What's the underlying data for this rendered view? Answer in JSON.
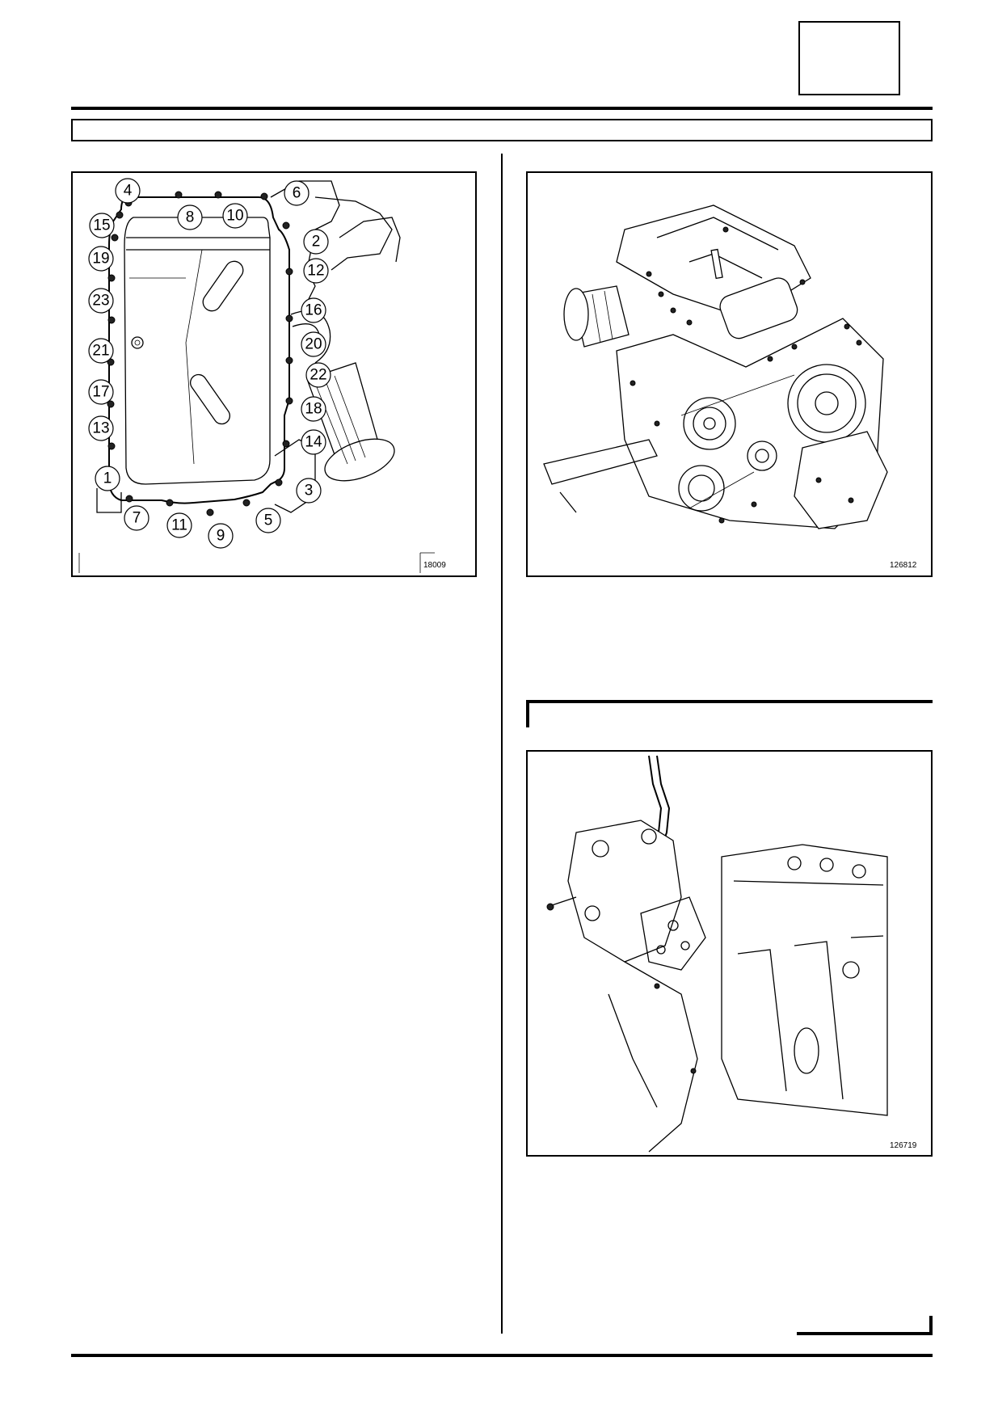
{
  "header": {
    "box_text": "",
    "band_text": ""
  },
  "figure_1": {
    "ref": "18009",
    "callouts": [
      "1",
      "2",
      "3",
      "4",
      "5",
      "6",
      "7",
      "8",
      "9",
      "10",
      "11",
      "12",
      "13",
      "14",
      "15",
      "16",
      "17",
      "18",
      "19",
      "20",
      "21",
      "22",
      "23"
    ]
  },
  "figure_2": {
    "ref": "126812"
  },
  "figure_3": {
    "ref": "126719"
  },
  "section_2": {
    "title": ""
  }
}
